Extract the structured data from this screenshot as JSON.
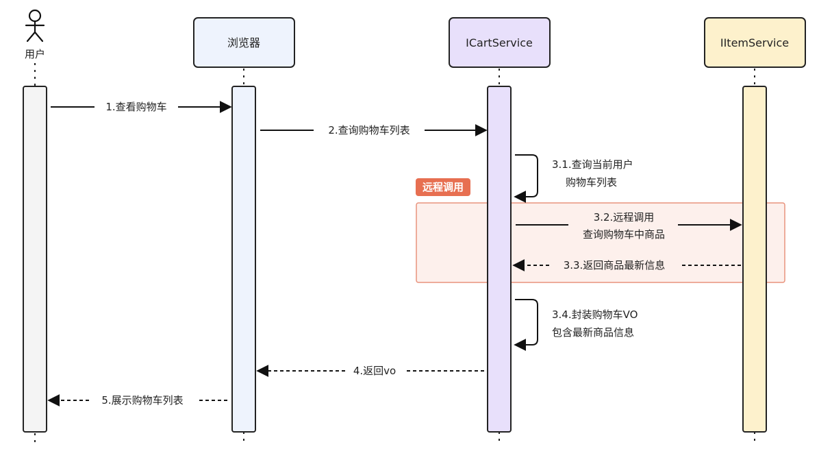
{
  "participants": [
    {
      "id": "user",
      "label": "用户",
      "kind": "actor",
      "fill": "#f4f4f4"
    },
    {
      "id": "browser",
      "label": "浏览器",
      "kind": "box",
      "fill": "#eef3fd"
    },
    {
      "id": "cart",
      "label": "ICartService",
      "kind": "box",
      "fill": "#e8e0fb"
    },
    {
      "id": "item",
      "label": "IItemService",
      "kind": "box",
      "fill": "#fdf1cc"
    }
  ],
  "group": {
    "label": "远程调用",
    "tag_color": "#e76f51",
    "fill": "#fdf0ec",
    "border": "#e8927c"
  },
  "messages": [
    {
      "id": "m1",
      "from": "user",
      "to": "browser",
      "style": "solid",
      "lines": [
        "1.查看购物车"
      ]
    },
    {
      "id": "m2",
      "from": "browser",
      "to": "cart",
      "style": "solid",
      "lines": [
        "2.查询购物车列表"
      ]
    },
    {
      "id": "m31",
      "from": "cart",
      "to": "cart",
      "style": "self",
      "lines": [
        "3.1.查询当前用户",
        "购物车列表"
      ]
    },
    {
      "id": "m32",
      "from": "cart",
      "to": "item",
      "style": "solid",
      "lines": [
        "3.2.远程调用",
        "查询购物车中商品"
      ]
    },
    {
      "id": "m33",
      "from": "item",
      "to": "cart",
      "style": "dashed",
      "lines": [
        "3.3.返回商品最新信息"
      ]
    },
    {
      "id": "m34",
      "from": "cart",
      "to": "cart",
      "style": "self",
      "lines": [
        "3.4.封装购物车VO",
        "包含最新商品信息"
      ]
    },
    {
      "id": "m4",
      "from": "cart",
      "to": "browser",
      "style": "dashed",
      "lines": [
        "4.返回vo"
      ]
    },
    {
      "id": "m5",
      "from": "browser",
      "to": "user",
      "style": "dashed",
      "lines": [
        "5.展示购物车列表"
      ]
    }
  ]
}
